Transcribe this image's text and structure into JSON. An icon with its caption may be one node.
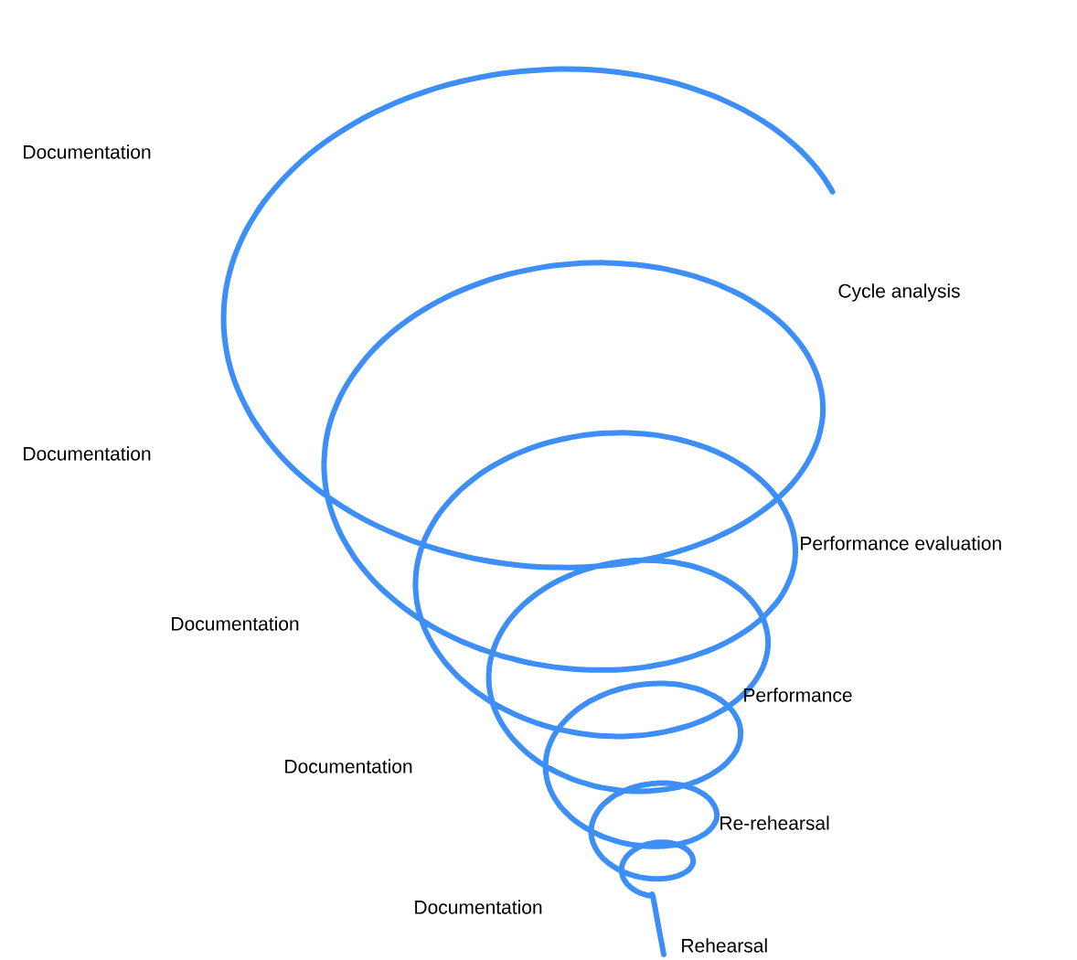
{
  "diagram": {
    "labels": [
      "Documentation",
      "Cycle analysis",
      "Documentation",
      "Performance evaluation",
      "Documentation",
      "Performance",
      "Documentation",
      "Re-rehearsal",
      "Documentation",
      "Rehearsal"
    ]
  }
}
